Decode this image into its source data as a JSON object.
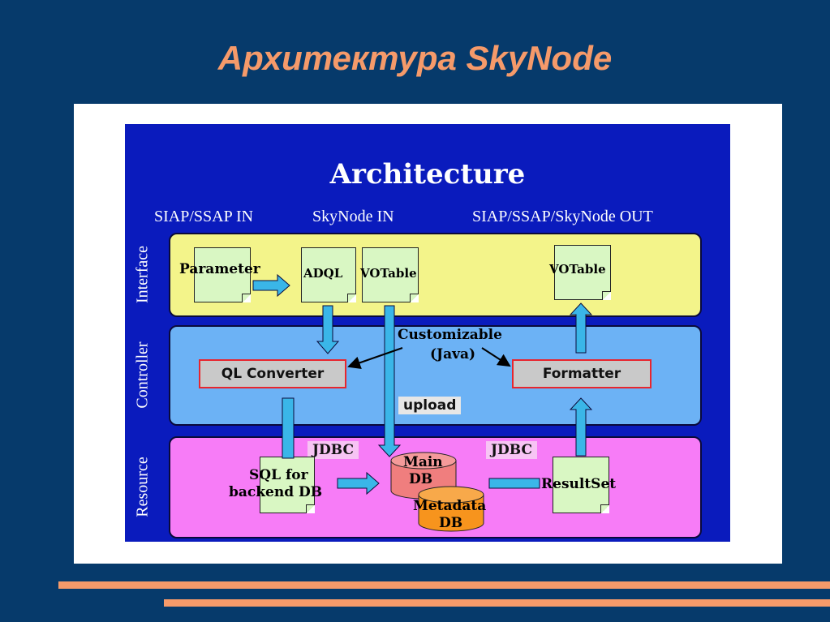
{
  "slide": {
    "title": "Архитектура SkyNode"
  },
  "diagram": {
    "title": "Architecture",
    "columns": [
      "SIAP/SSAP IN",
      "SkyNode IN",
      "SIAP/SSAP/SkyNode OUT"
    ],
    "layers": [
      "Interface",
      "Controller",
      "Resource"
    ],
    "interface": {
      "parameter": "Parameter",
      "adql": "ADQL",
      "votable_in": "VOTable",
      "votable_out": "VOTable"
    },
    "controller": {
      "customizable_line1": "Customizable",
      "customizable_line2": "(Java)",
      "ql_converter": "QL Converter",
      "formatter": "Formatter",
      "upload": "upload"
    },
    "resource": {
      "jdbc_left": "JDBC",
      "jdbc_right": "JDBC",
      "sql_line1": "SQL for",
      "sql_line2": "backend DB",
      "main_db_line1": "Main",
      "main_db_line2": "DB",
      "metadata_db_line1": "Metadata",
      "metadata_db_line2": "DB",
      "resultset": "ResultSet"
    },
    "colors": {
      "background": "#0a1bbd",
      "interface_band": "#f3f48a",
      "controller_band": "#6cb2f5",
      "resource_band": "#f77cf7",
      "arrow": "#3ab6e8",
      "main_db": "#f07e7e",
      "metadata_db": "#f7941d",
      "box_border": "#e8262e",
      "title_accent": "#f59a6a"
    }
  }
}
